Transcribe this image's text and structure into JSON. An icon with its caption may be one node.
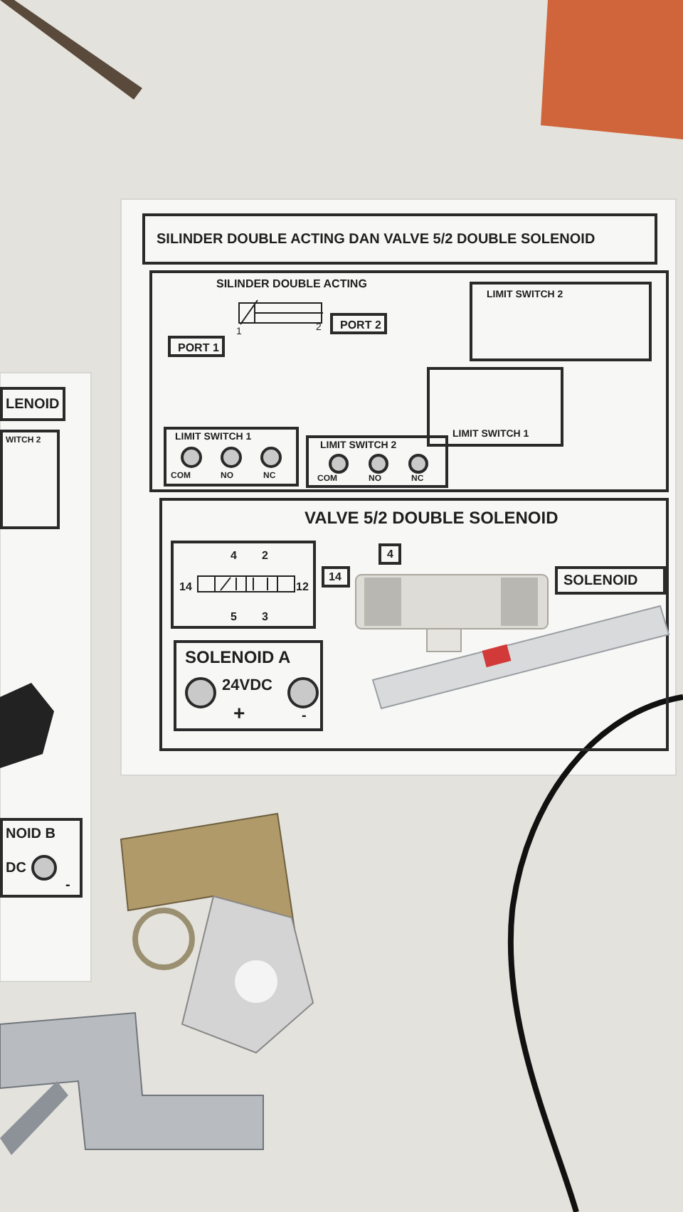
{
  "diagram": {
    "nodes": [
      {
        "text": [
          "SILINDER DOUBLE ACTING DAN VALVE 5/2 DOUBLE SOLENOID"
        ]
      },
      {
        "text": [
          "SILINDER DOUBLE ACTING"
        ]
      },
      {
        "text": [
          "PORT 1"
        ],
        "in": 1
      },
      {
        "text": [
          "PORT 2"
        ],
        "in": 1
      },
      {
        "text": [
          "LIMIT SWITCH 2"
        ],
        "in": 1
      },
      {
        "text": [
          "LIMIT SWITCH 1"
        ],
        "in": 1
      },
      {
        "text": [
          "LIMIT SWITCH 1",
          "COM",
          "NO",
          "NC"
        ],
        "in": 1
      },
      {
        "text": [
          "LIMIT SWITCH 2",
          "COM",
          "NO",
          "NC"
        ],
        "in": 1
      },
      {
        "text": [
          "VALVE 5/2 DOUBLE SOLENOID"
        ]
      },
      {
        "text": [
          "4",
          "2",
          "14",
          "12",
          "5",
          "3"
        ],
        "in": 8
      },
      {
        "text": [
          "SOLENOID A",
          "24VDC",
          "+",
          "-"
        ],
        "in": 8
      },
      {
        "text": [
          "14"
        ],
        "in": 8
      },
      {
        "text": [
          "4"
        ],
        "in": 8
      },
      {
        "text": [
          "SOLENOID"
        ],
        "in": 8
      },
      {
        "text": [
          "LENOID"
        ]
      },
      {
        "text": [
          "WITCH 2"
        ]
      },
      {
        "text": [
          "NOID B",
          "DC",
          "-"
        ]
      }
    ],
    "edges": [],
    "labels": [
      "1",
      "2"
    ]
  }
}
